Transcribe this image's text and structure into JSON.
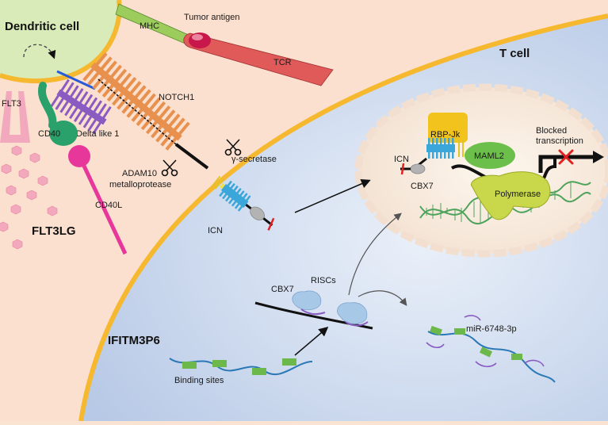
{
  "labels": {
    "dendritic_cell": "Dendritic cell",
    "t_cell": "T cell",
    "mhc": "MHC",
    "tumor_antigen": "Tumor antigen",
    "tcr": "TCR",
    "notch1": "NOTCH1",
    "delta_like_1": "Delta like 1",
    "flt3": "FLT3",
    "cd40": "CD40",
    "cd40l": "CD40L",
    "flt3lg": "FLT3LG",
    "adam10_line1": "ADAM10",
    "adam10_line2": "metalloprotease",
    "gamma_secretase": "γ-secretase",
    "icn_membrane": "ICN",
    "icn_nucleus": "ICN",
    "rbp_jk": "RBP-Jk",
    "maml2": "MAML2",
    "cbx7_nucleus": "CBX7",
    "polymerase": "Polymerase",
    "blocked_line1": "Blocked",
    "blocked_line2": "transcription",
    "cbx7_cyto": "CBX7",
    "riscs": "RISCs",
    "mir": "miR-6748-3p",
    "ifitm3p6": "IFITM3P6",
    "binding_sites": "Binding sites"
  },
  "colors": {
    "dc_fill": "#d9ebb8",
    "membrane": "#f5b82e",
    "t_cell_fill": "#c9d8ee",
    "nucleus_fill": "#f8ece1",
    "notch": "#e8914f",
    "delta": "#8a5cc2",
    "icn": "#3aa6d9",
    "cd40": "#2aa06a",
    "cd40l": "#e8379b",
    "flt3": "#f3a9bd",
    "tcr": "#e05a5a",
    "mhc": "#9ccc5c",
    "antigen": "#c8174a",
    "rbp_jk": "#f2c21d",
    "maml2": "#6cbf4a",
    "polymerase": "#c8d84a",
    "dna": "#4fa35b",
    "rna": "#2a78b5",
    "binding_site": "#6db84a",
    "blocked_x": "#e02020"
  }
}
